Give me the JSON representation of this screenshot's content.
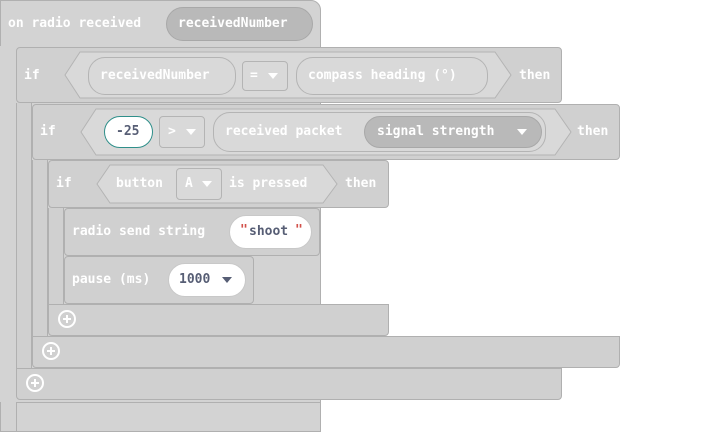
{
  "hat": {
    "label": "on radio received",
    "param": "receivedNumber"
  },
  "if1": {
    "if_label": "if",
    "left": "receivedNumber",
    "operator": "=",
    "right": "compass heading (°)",
    "then_label": "then"
  },
  "if2": {
    "if_label": "if",
    "left_value": "-25",
    "operator": ">",
    "right_prefix": "received packet",
    "right_field": "signal strength",
    "then_label": "then"
  },
  "if3": {
    "if_label": "if",
    "button_label": "button",
    "button_value": "A",
    "pressed_label": "is pressed",
    "then_label": "then"
  },
  "send": {
    "label": "radio send string",
    "value": "shoot",
    "quote": "\""
  },
  "pause": {
    "label": "pause (ms)",
    "value": "1000"
  }
}
